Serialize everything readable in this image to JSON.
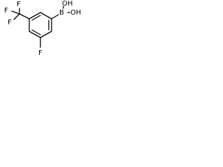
{
  "molecule": {
    "atoms": {
      "boron": "B",
      "hydroxyl_top": "OH",
      "hydroxyl_right": "OH",
      "trifluoromethyl_f_top": "F",
      "trifluoromethyl_f_left": "F",
      "trifluoromethyl_f_bottom": "F",
      "ring_fluorine": "F"
    }
  }
}
